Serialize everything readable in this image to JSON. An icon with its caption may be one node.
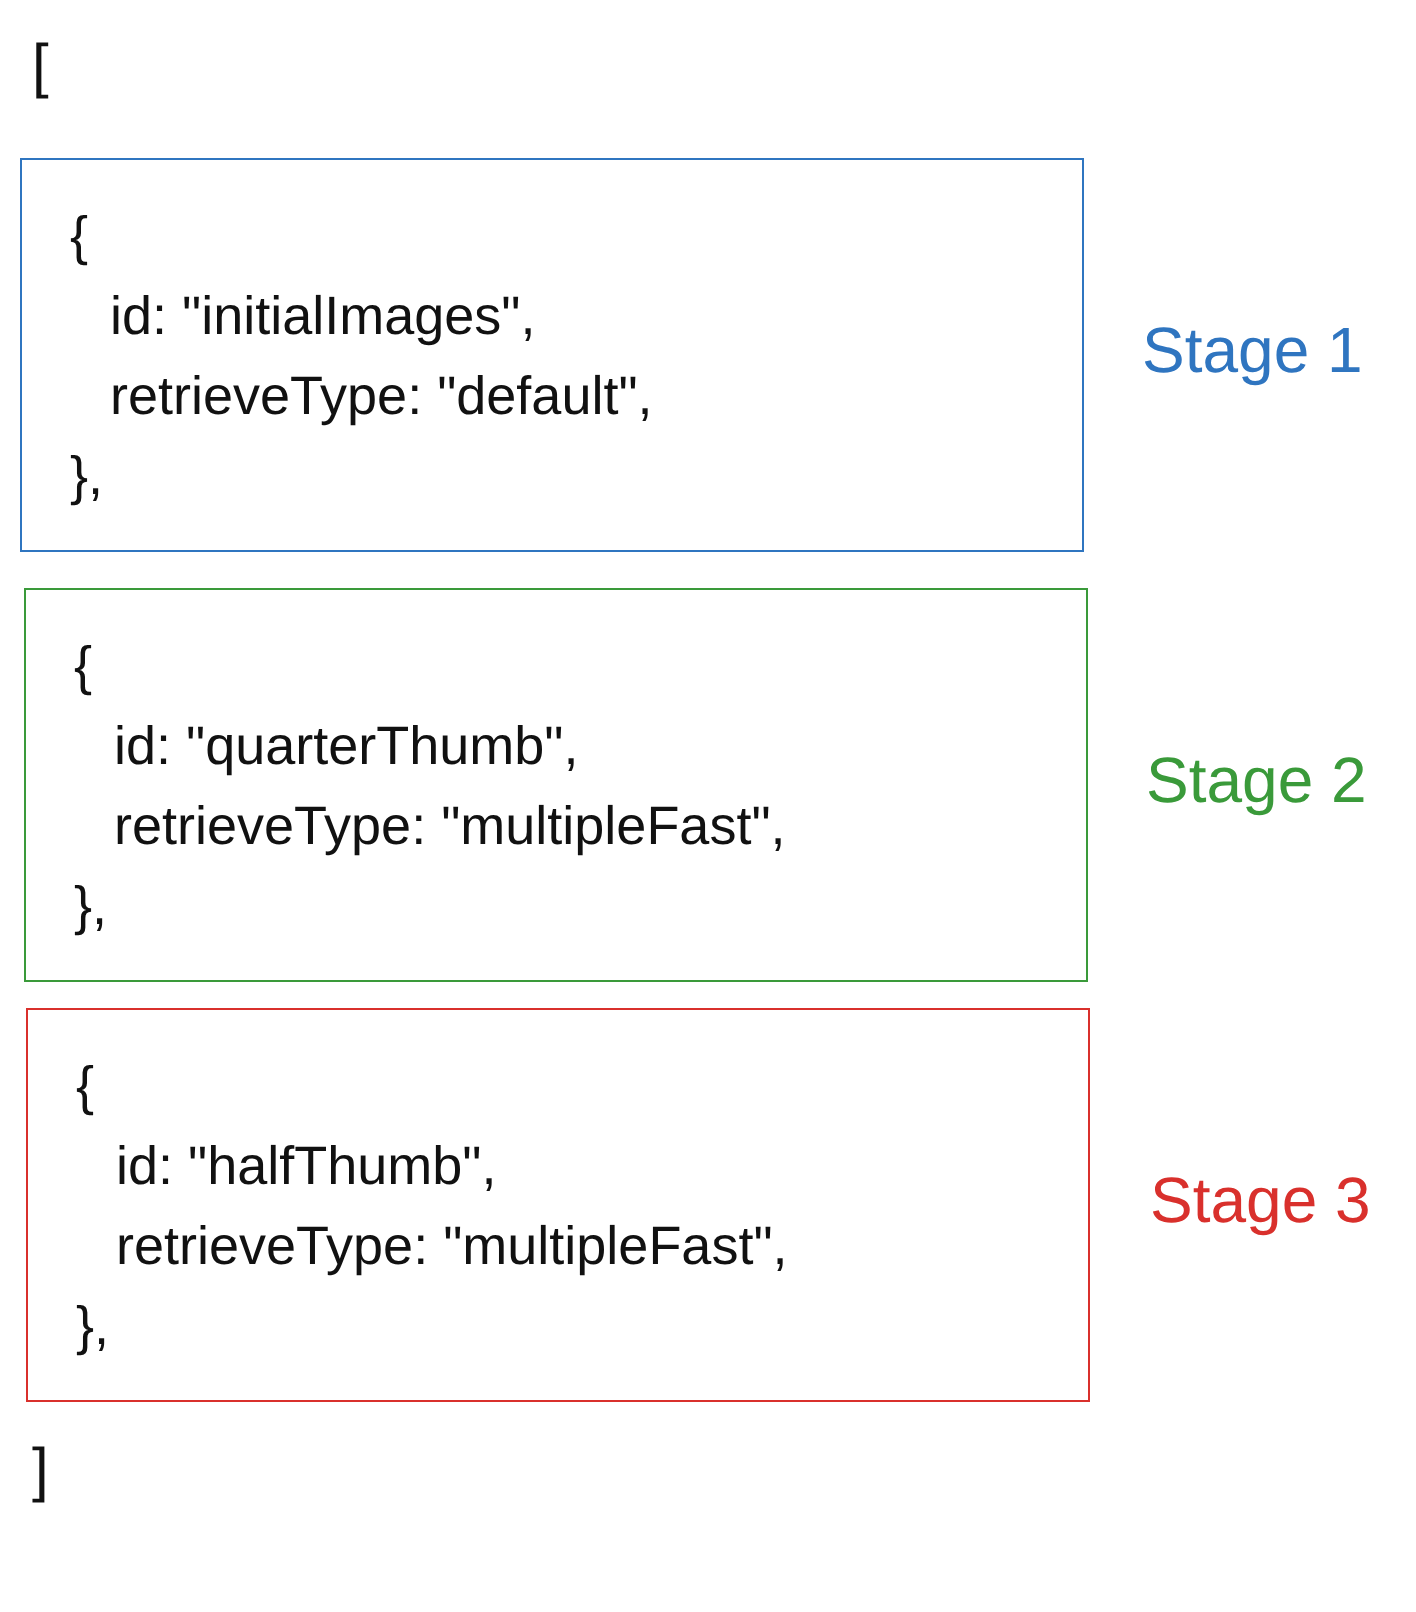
{
  "diagram": {
    "nodes": [
      {
        "text": [
          "{",
          "id: \"initialImages\",",
          "retrieveType: \"default\",",
          "},"
        ],
        "beside": [
          "Stage 1"
        ]
      },
      {
        "text": [
          "{",
          "id: \"quarterThumb\",",
          "retrieveType: \"multipleFast\",",
          "},"
        ],
        "beside": [
          "Stage 2"
        ]
      },
      {
        "text": [
          "{",
          "id: \"halfThumb\",",
          "retrieveType: \"multipleFast\",",
          "},"
        ],
        "beside": [
          "Stage 3"
        ]
      }
    ],
    "edges": [],
    "labels": [
      "[",
      "]"
    ]
  }
}
